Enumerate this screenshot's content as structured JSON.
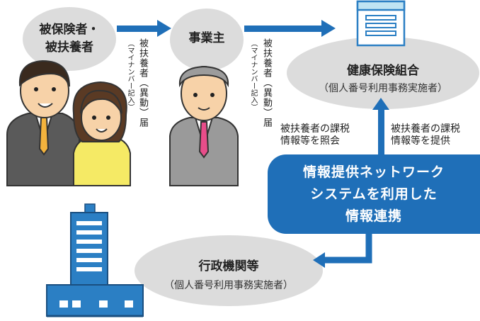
{
  "nodes": {
    "insured": {
      "line1": "被保険者・",
      "line2": "被扶養者"
    },
    "employer": {
      "label": "事業主"
    },
    "health_insurance": {
      "title": "健康保険組合",
      "subtitle": "（個人番号利用事務実施者）"
    },
    "government": {
      "title": "行政機関等",
      "subtitle": "（個人番号利用事務実施者）"
    }
  },
  "flows": {
    "notice1": {
      "text": "被扶養者（異動）届",
      "note": "（マイナンバー記入）"
    },
    "notice2": {
      "text": "被扶養者（異動）届",
      "note": "（マイナンバー記入）"
    },
    "inquiry": {
      "line1": "被扶養者の課税",
      "line2": "情報等を照会"
    },
    "provide": {
      "line1": "被扶養者の課税",
      "line2": "情報等を提供"
    }
  },
  "network": {
    "line1": "情報提供ネットワーク",
    "line2": "システムを利用した",
    "line3": "情報連携"
  },
  "colors": {
    "accent": "#1f6fb8",
    "ellipse": "#dcdcdc"
  }
}
